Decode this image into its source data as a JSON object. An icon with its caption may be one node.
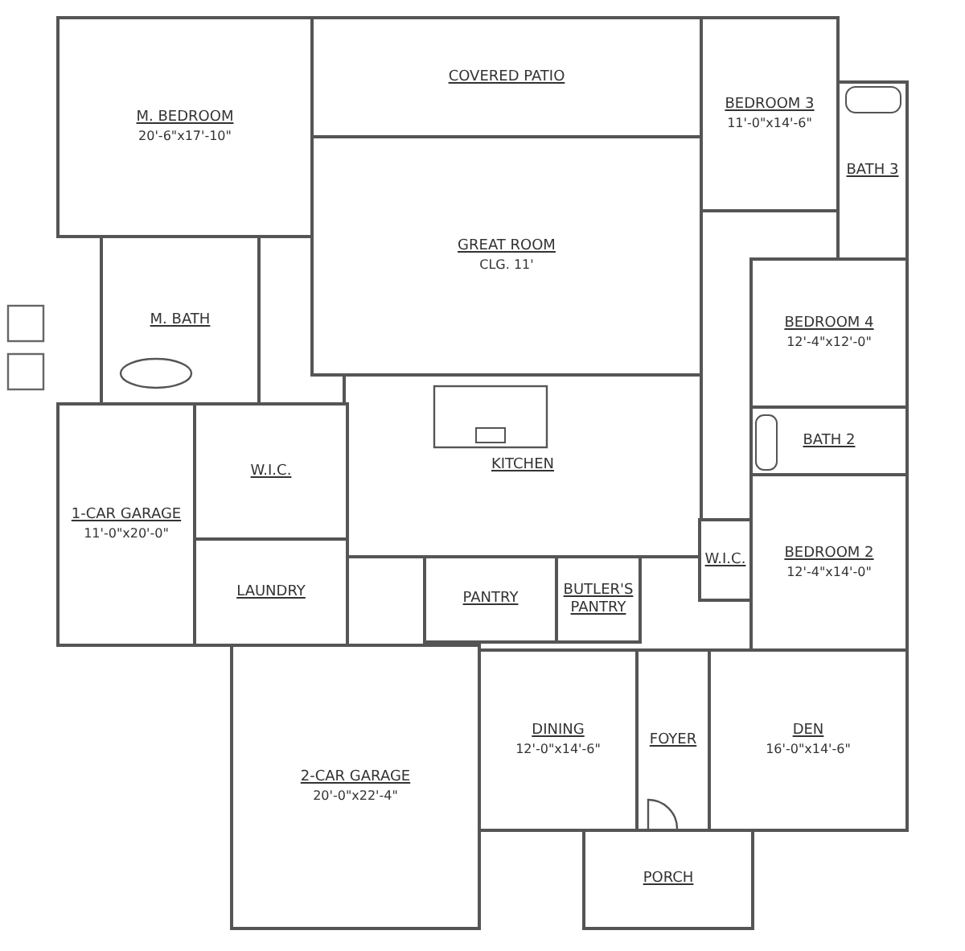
{
  "diagram": {
    "nodes": [
      {
        "text": [
          "M. BEDROOM",
          "20'-6\"x17'-10\""
        ]
      },
      {
        "text": [
          "COVERED PATIO"
        ]
      },
      {
        "text": [
          "BEDROOM 3",
          "11'-0\"x14'-6\""
        ]
      },
      {
        "text": [
          "GREAT ROOM",
          "CLG. 11'"
        ]
      },
      {
        "text": [
          "BATH 3"
        ]
      },
      {
        "text": [
          "M. BATH"
        ]
      },
      {
        "text": [
          "BEDROOM 4",
          "12'-4\"x12'-0\""
        ]
      },
      {
        "text": [
          "KITCHEN"
        ]
      },
      {
        "text": [
          "BATH 2"
        ]
      },
      {
        "text": [
          "W.I.C."
        ]
      },
      {
        "text": [
          "1-CAR GARAGE",
          "11'-0\"x20'-0\""
        ]
      },
      {
        "text": [
          "BEDROOM 2",
          "12'-4\"x14'-0\""
        ]
      },
      {
        "text": [
          "W.I.C."
        ]
      },
      {
        "text": [
          "LAUNDRY"
        ]
      },
      {
        "text": [
          "PANTRY"
        ]
      },
      {
        "text": [
          "BUTLER'S PANTRY"
        ]
      },
      {
        "text": [
          "DINING",
          "12'-0\"x14'-6\""
        ]
      },
      {
        "text": [
          "FOYER"
        ]
      },
      {
        "text": [
          "DEN",
          "16'-0\"x14'-6\""
        ]
      },
      {
        "text": [
          "2-CAR GARAGE",
          "20'-0\"x22'-4\""
        ]
      },
      {
        "text": [
          "PORCH"
        ]
      }
    ],
    "edges": []
  }
}
